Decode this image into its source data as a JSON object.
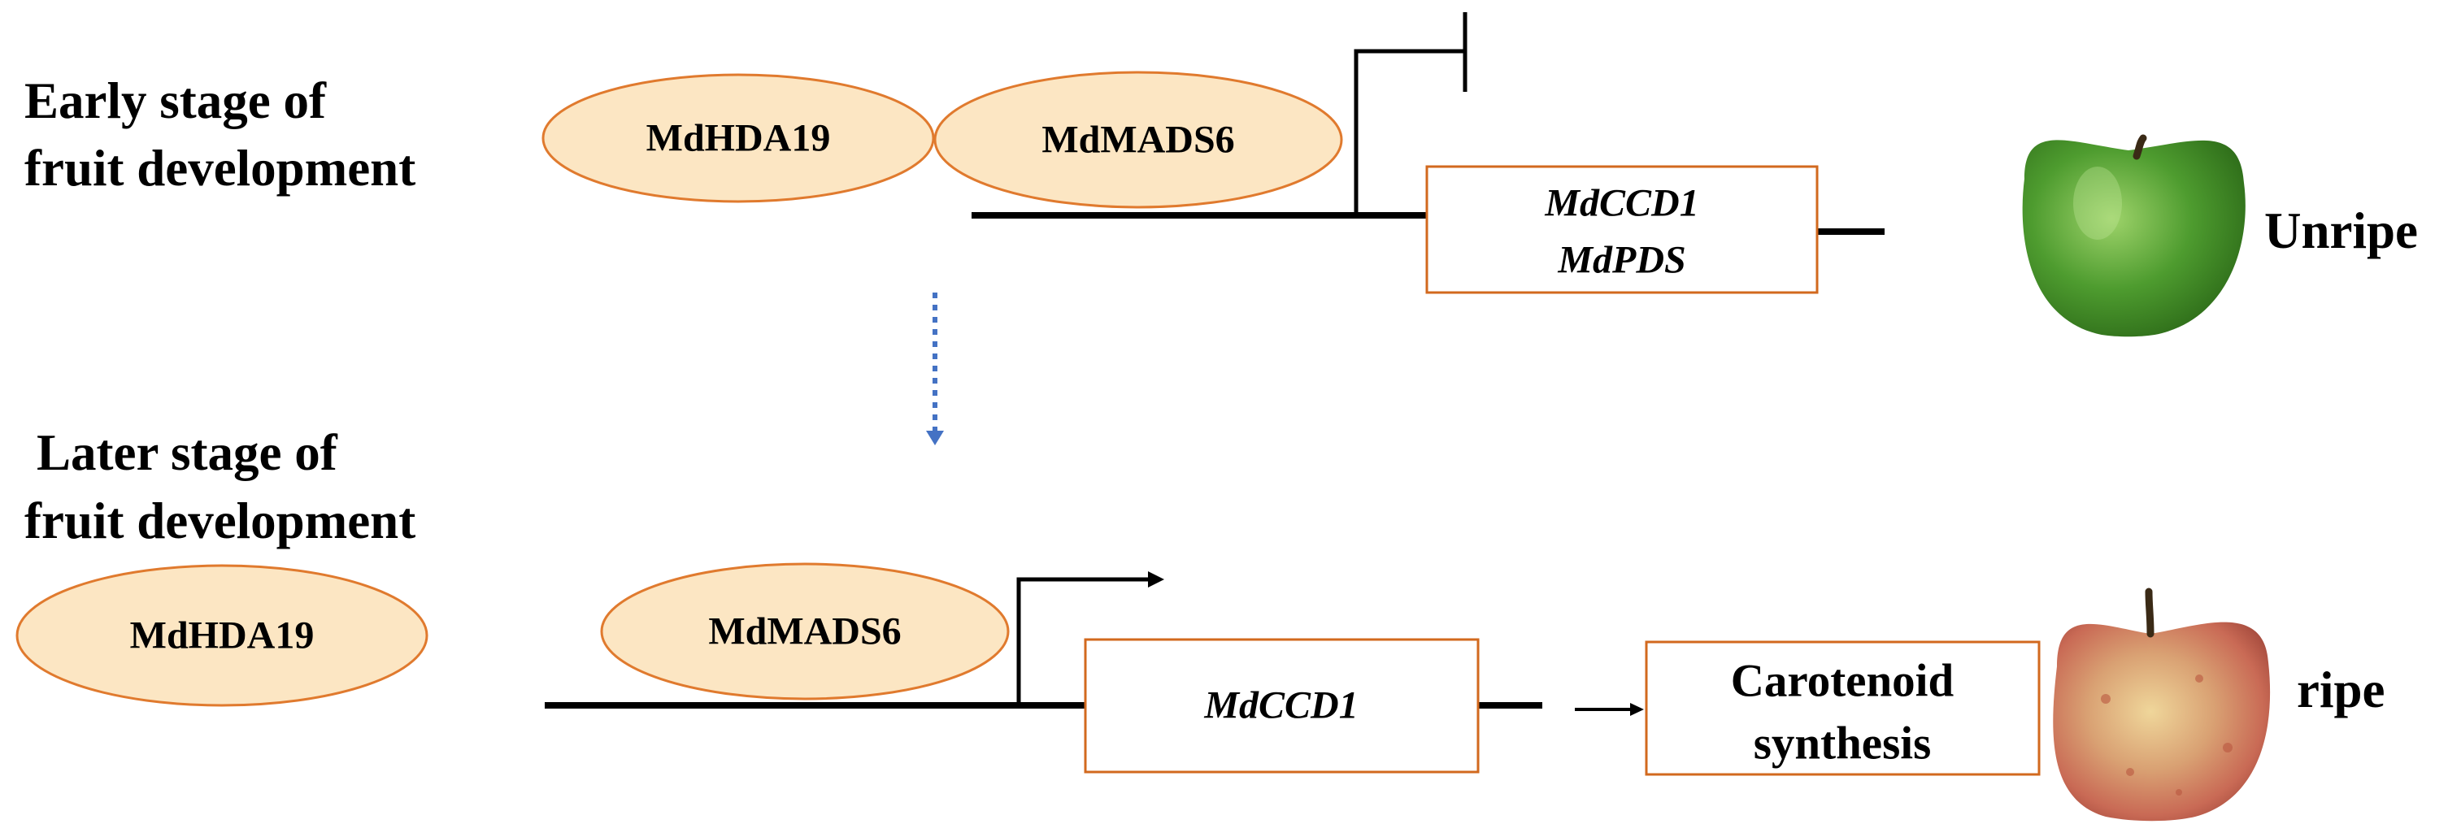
{
  "early": {
    "stage_line1": "Early stage of",
    "stage_line2": "fruit development",
    "protein_1": "MdHDA19",
    "protein_2": "MdMADS6",
    "gene_line1": "MdCCD1",
    "gene_line2": "MdPDS",
    "outcome": "Unripe"
  },
  "later": {
    "stage_line1": "Later stage of",
    "stage_line2": "fruit development",
    "protein_1": "MdHDA19",
    "protein_2": "MdMADS6",
    "gene": "MdCCD1",
    "product_line1": "Carotenoid",
    "product_line2": "synthesis",
    "outcome": "ripe"
  },
  "colors": {
    "ellipse_fill": "#FCE6C3",
    "ellipse_stroke": "#E07A2E",
    "box_stroke": "#D2691E",
    "dotted_arrow": "#4472C4",
    "line": "#000000"
  },
  "icons": {
    "unripe_fruit": "green-apple-icon",
    "ripe_fruit": "red-apple-icon"
  }
}
